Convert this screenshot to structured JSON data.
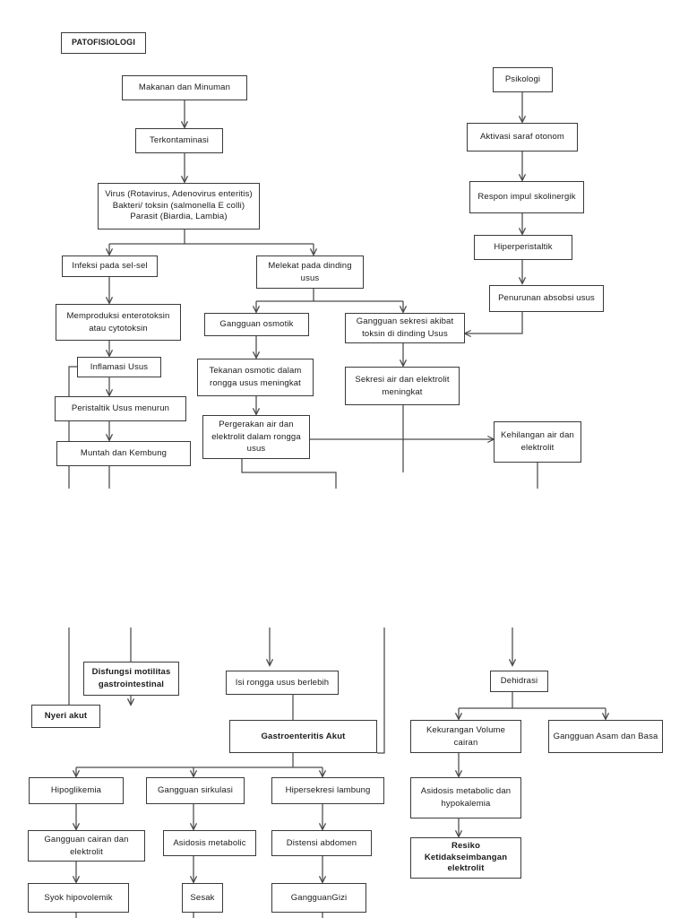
{
  "diagram": {
    "title": "PATOFISIOLOGI",
    "stroke_color": "#4a4a4a",
    "box_border_color": "#3a3a3a",
    "background_color": "#ffffff"
  },
  "nodes": {
    "header": "PATOFISIOLOGI",
    "makanan": "Makanan dan Minuman",
    "terkontaminasi": "Terkontaminasi",
    "agen_line1": "Virus (Rotavirus, Adenovirus enteritis)",
    "agen_line2": "Bakteri/ toksin (salmonella E colli)",
    "agen_line3": "Parasit (Biardia, Lambia)",
    "infeksi": "Infeksi pada sel-sel",
    "melekat": "Melekat pada dinding usus",
    "memproduksi": "Memproduksi enterotoksin atau cytotoksin",
    "gangguan_osmotik": "Gangguan osmotik",
    "gangguan_sekresi": "Gangguan sekresi akibat toksin di dinding Usus",
    "inflamasi": "Inflamasi Usus",
    "tekanan_osmotic": "Tekanan osmotic dalam rongga usus meningkat",
    "sekresi_air": "Sekresi air dan elektrolit meningkat",
    "peristaltik_menurun": "Peristaltik Usus menurun",
    "pergerakan_air": "Pergerakan air dan elektrolit dalam rongga usus",
    "muntah": "Muntah dan Kembung",
    "kehilangan_air": "Kehilangan air dan elektrolit",
    "psikologi": "Psikologi",
    "aktivasi_saraf": "Aktivasi saraf otonom",
    "respon_impul": "Respon impul skolinergik",
    "hiperperistaltik": "Hiperperistaltik",
    "penurunan_absobsi": "Penurunan absobsi usus",
    "disfungsi_motilitas": "Disfungsi motilitas gastrointestinal",
    "nyeri_akut": "Nyeri akut",
    "isi_rongga": "Isi rongga usus berlebih",
    "gastroenteritis": "Gastroenteritis Akut",
    "dehidrasi": "Dehidrasi",
    "kekurangan_volume": "Kekurangan Volume cairan",
    "gangguan_asam": "Gangguan Asam dan Basa",
    "hipoglikemia": "Hipoglikemia",
    "gangguan_sirkulasi": "Gangguan sirkulasi",
    "hipersekresi": "Hipersekresi lambung",
    "asidosis_hypokalemia": "Asidosis metabolic dan hypokalemia",
    "gangguan_cairan": "Gangguan cairan dan elektrolit",
    "asidosis_metabolic": "Asidosis metabolic",
    "distensi_abdomen": "Distensi abdomen",
    "resiko_ketidakseimbangan": "Resiko Ketidakseimbangan elektrolit",
    "syok_hipovolemik": "Syok hipovolemik",
    "sesak": "Sesak",
    "gangguan_gizi": "GangguanGizi"
  }
}
